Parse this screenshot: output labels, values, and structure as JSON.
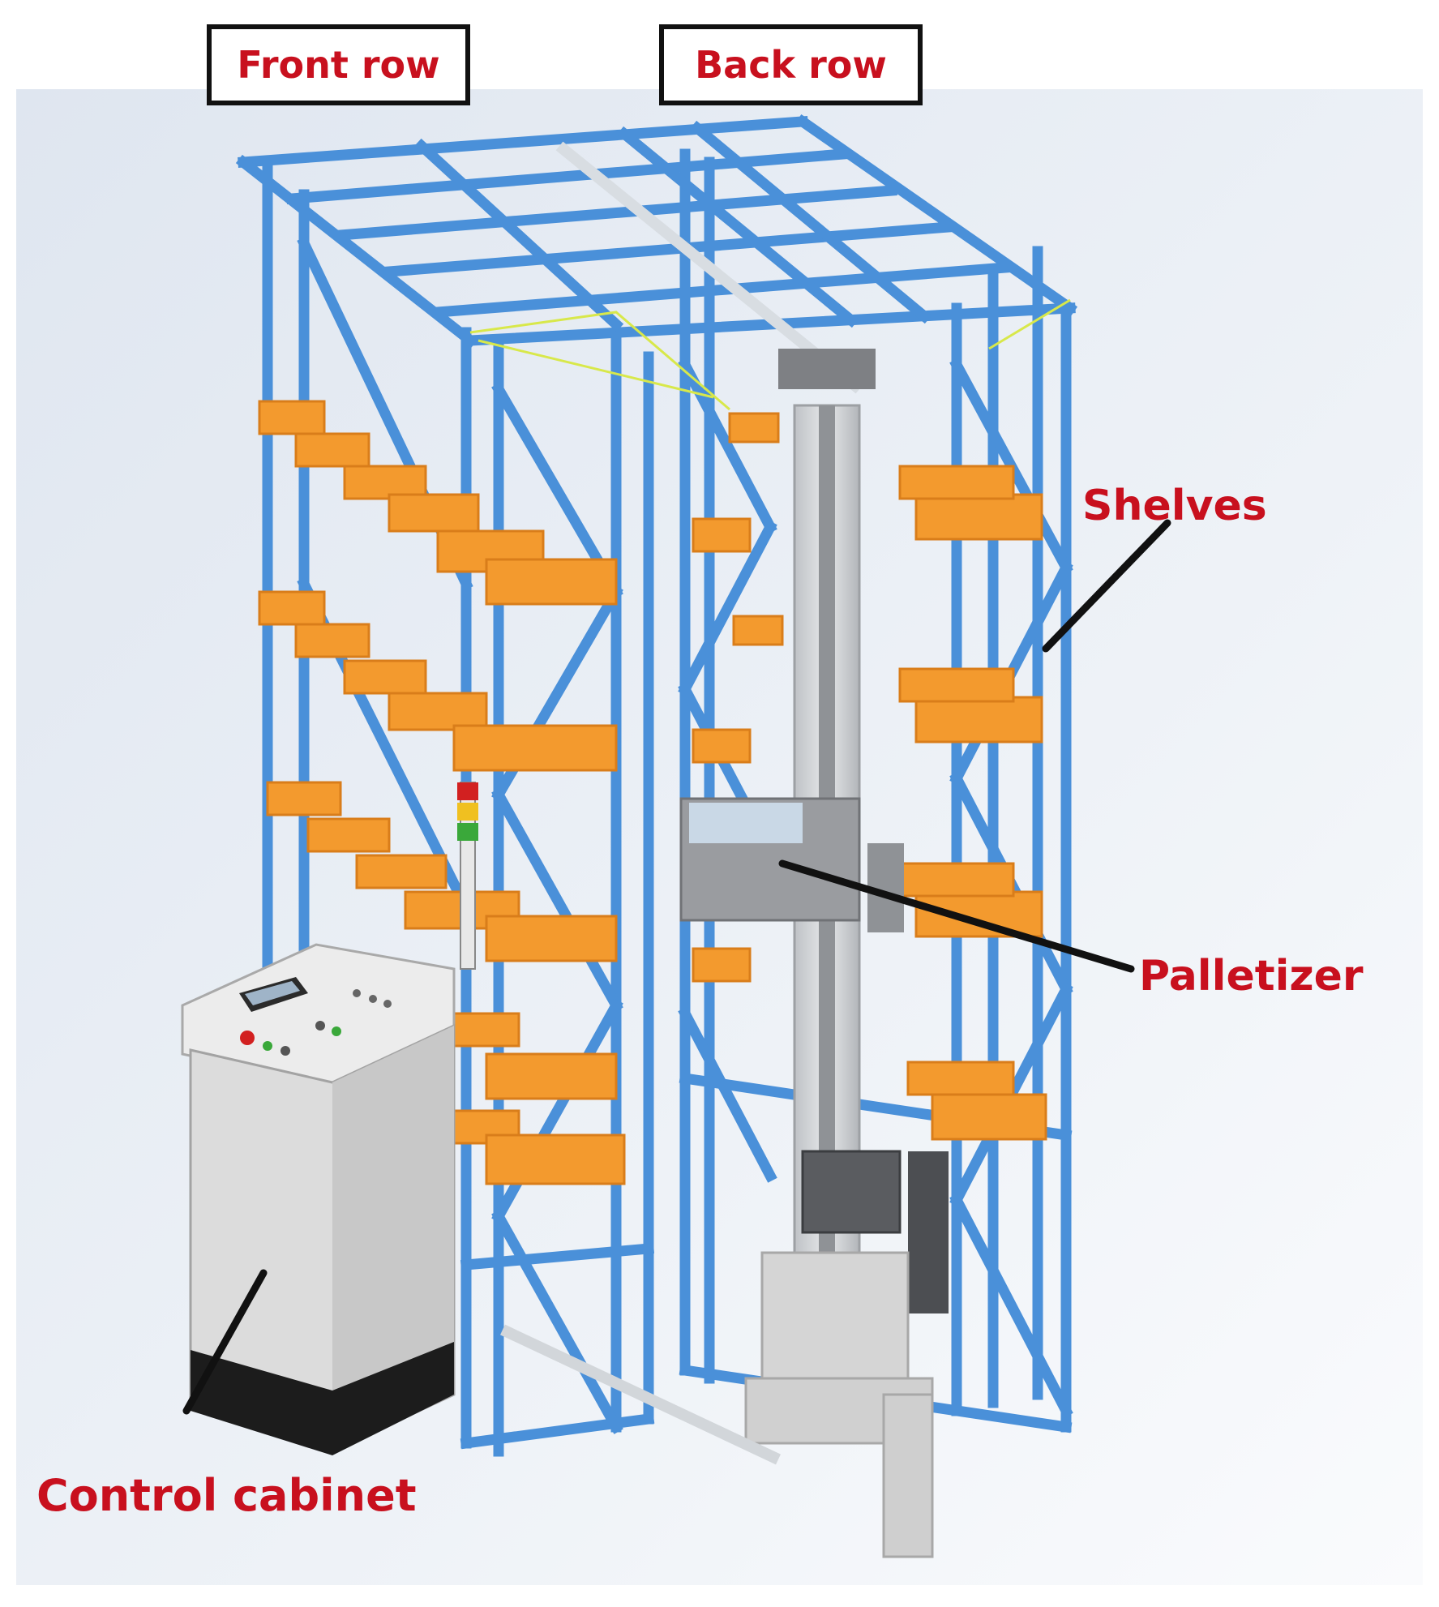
{
  "labels": {
    "front_row": "Front row",
    "back_row": "Back row",
    "shelves": "Shelves",
    "palletizer": "Palletizer",
    "control_cabinet": "Control cabinet"
  },
  "colors": {
    "rack_blue": "#4a90d9",
    "rack_blue_dark": "#2f6fb8",
    "shelf_orange": "#f39a2e",
    "shelf_orange_dark": "#d97d1a",
    "label_red": "#c8101e",
    "cabinet_grey": "#d6d6d6",
    "background": "#e4eaf2"
  }
}
